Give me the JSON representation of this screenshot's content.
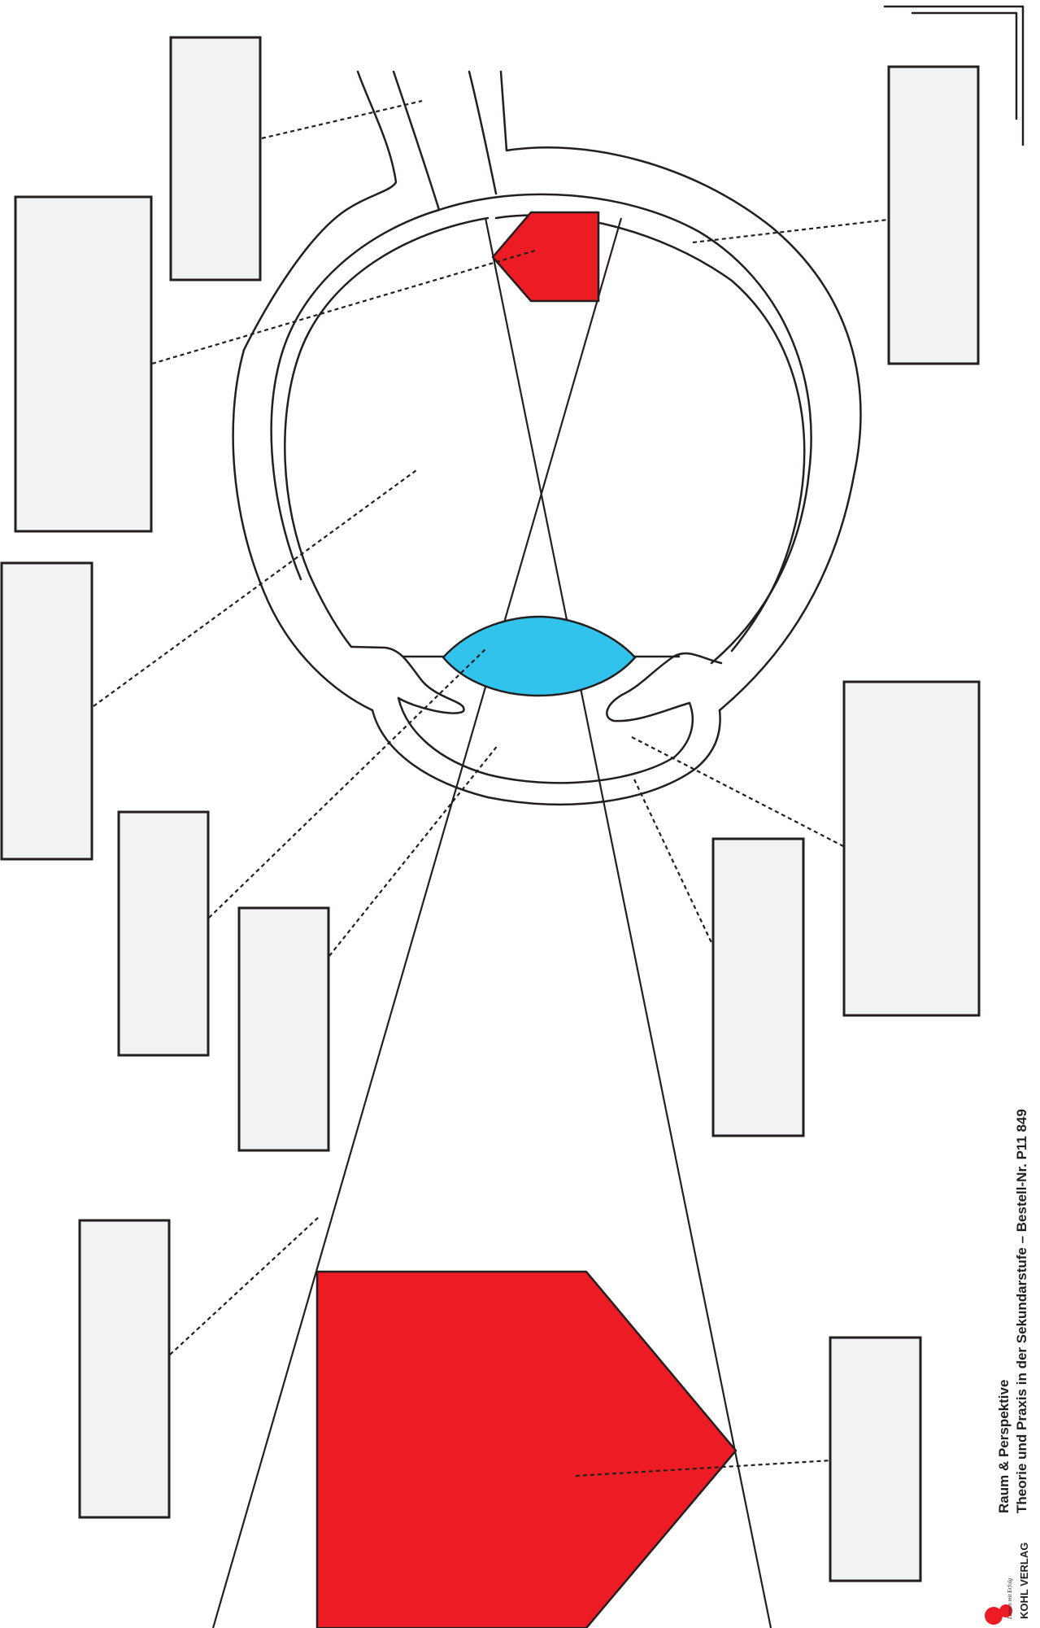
{
  "footer": {
    "series_title": "Raum & Perspektive",
    "subtitle_and_order": "Theorie und Praxis in der Sekundarstufe   –   Bestell-Nr. P11 849",
    "publisher_logo": "KOHL VERLAG",
    "publisher_slogan": "Lernen mit Erfolg"
  },
  "colors": {
    "object_red": "#ed1c24",
    "lens_blue": "#32c3ec",
    "label_box_fill": "#f1f2f4",
    "outline": "#231f20"
  },
  "labels": [
    {
      "id": "label-1",
      "text": ""
    },
    {
      "id": "label-2",
      "text": ""
    },
    {
      "id": "label-3",
      "text": ""
    },
    {
      "id": "label-4",
      "text": ""
    },
    {
      "id": "label-5",
      "text": ""
    },
    {
      "id": "label-6",
      "text": ""
    },
    {
      "id": "label-7",
      "text": ""
    },
    {
      "id": "label-8",
      "text": ""
    },
    {
      "id": "label-9",
      "text": ""
    },
    {
      "id": "label-10",
      "text": ""
    },
    {
      "id": "label-11",
      "text": ""
    }
  ]
}
